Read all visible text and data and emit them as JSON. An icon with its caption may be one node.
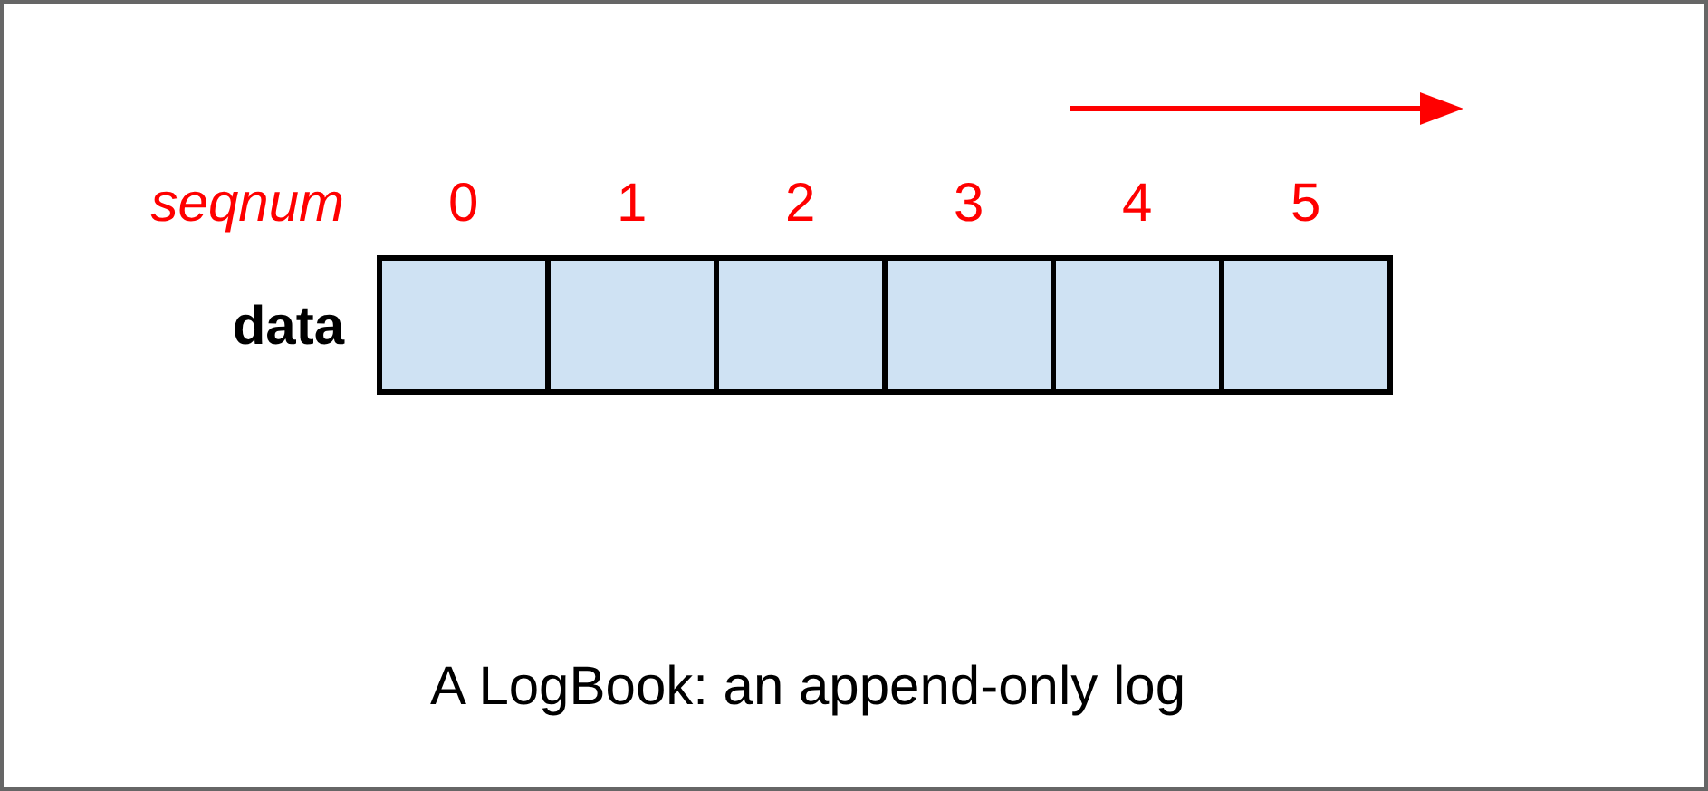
{
  "diagram": {
    "caption": "A LogBook: an append-only log",
    "nodes": [
      {
        "text": [],
        "shape": "box"
      },
      {
        "text": [],
        "shape": "box"
      },
      {
        "text": [],
        "shape": "box"
      },
      {
        "text": [],
        "shape": "box"
      },
      {
        "text": [],
        "shape": "box"
      },
      {
        "text": [],
        "shape": "box"
      }
    ],
    "labels": [
      "seqnum",
      "0",
      "1",
      "2",
      "3",
      "4",
      "5",
      "data"
    ]
  }
}
